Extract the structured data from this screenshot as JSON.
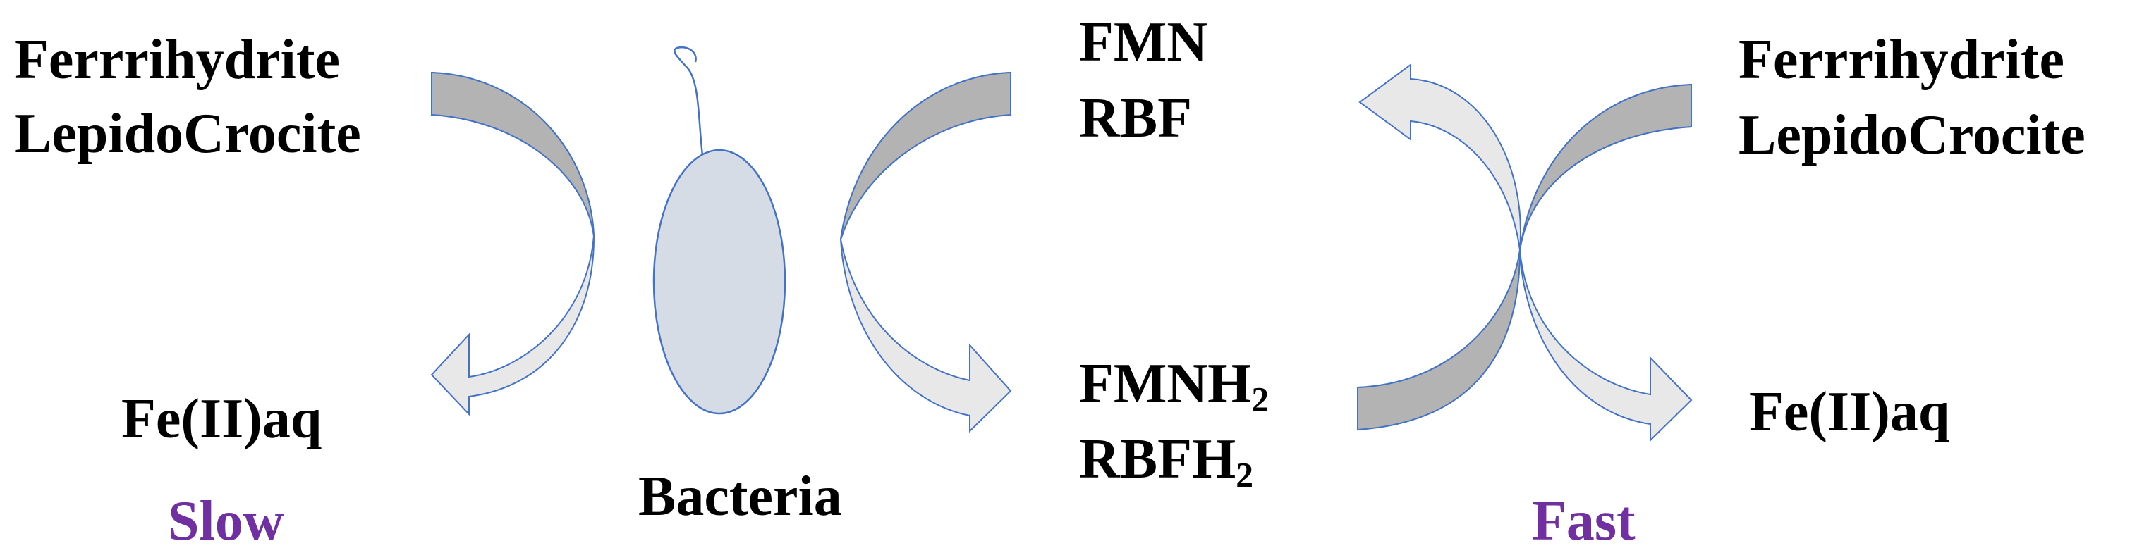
{
  "colors": {
    "arrow_dark": "#B3B3B3",
    "arrow_light": "#E8E8E8",
    "arrow_stroke": "#4472C4",
    "bacteria_fill": "#D6DCE5",
    "bacteria_stroke": "#4472C4",
    "accent_label": "#7030A0"
  },
  "left": {
    "mineral_1": "Ferrrihydrite",
    "mineral_2": "LepidoCrocite",
    "product": "Fe(II)aq",
    "rate": "Slow"
  },
  "center": {
    "organism": "Bacteria",
    "oxidized_1": "FMN",
    "oxidized_2": "RBF",
    "reduced_1": {
      "base": "FMNH",
      "sub": "2"
    },
    "reduced_2": {
      "base": "RBFH",
      "sub": "2"
    }
  },
  "right": {
    "mineral_1": "Ferrrihydrite",
    "mineral_2": "LepidoCrocite",
    "product": "Fe(II)aq",
    "rate": "Fast"
  }
}
